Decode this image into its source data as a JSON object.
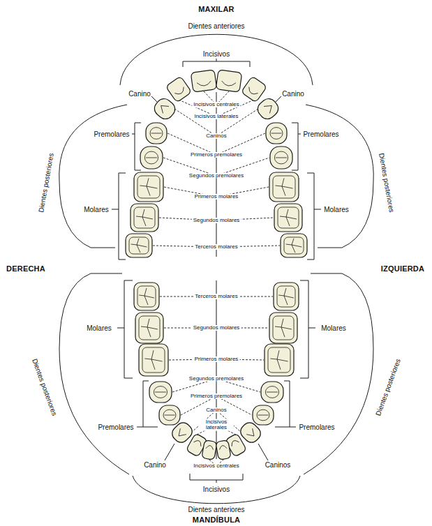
{
  "diagram": {
    "labels": [
      "MAXILAR",
      "Dientes anteriores",
      "Incisivos",
      "Canino",
      "Canino",
      "Dientes posteriores",
      "Dientes posteriores",
      "Premolares",
      "Premolares",
      "Molares",
      "Molares",
      "Incisivos centrales",
      "Incisivos laterales",
      "Caninos",
      "Primeros premolares",
      "Segundos premolares",
      "Primeros molares",
      "Segundos molares",
      "Terceros molares",
      "DERECHA",
      "IZQUIERDA",
      "Terceros molares",
      "Segundos molares",
      "Primeros molares",
      "Segundos premolares",
      "Primeros premolares",
      "Caninos",
      "Incisivos laterales",
      "Incisivos centrales",
      "Molares",
      "Molares",
      "Premolares",
      "Premolares",
      "Dientes posteriores",
      "Dientes posteriores",
      "Canino",
      "Caninos",
      "Incisivos",
      "Dientes anteriores",
      "MANDÍBULA"
    ]
  }
}
